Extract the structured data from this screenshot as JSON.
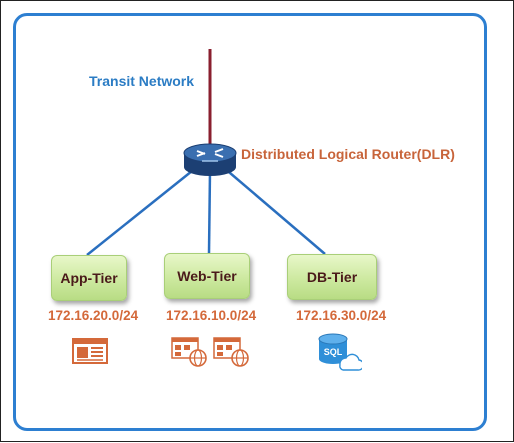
{
  "diagram": {
    "transit_label": "Transit Network",
    "router_label": "Distributed Logical Router(DLR)",
    "tiers": [
      {
        "name": "App-Tier",
        "subnet": "172.16.20.0/24",
        "icon": "web-page-icon"
      },
      {
        "name": "Web-Tier",
        "subnet": "172.16.10.0/24",
        "icon": "web-server-icon"
      },
      {
        "name": "DB-Tier",
        "subnet": "172.16.30.0/24",
        "icon": "sql-database-icon"
      }
    ],
    "sql_badge": "SQL"
  },
  "colors": {
    "frame_border": "#2d7fd1",
    "link_line": "#2a6fbf",
    "transit_line": "#8a1f2f",
    "transit_text": "#2b7cc4",
    "router_text": "#c8643a",
    "subnet_text": "#d4693a",
    "tier_fill": "#cde9a0",
    "tier_text": "#4a1a1a"
  }
}
